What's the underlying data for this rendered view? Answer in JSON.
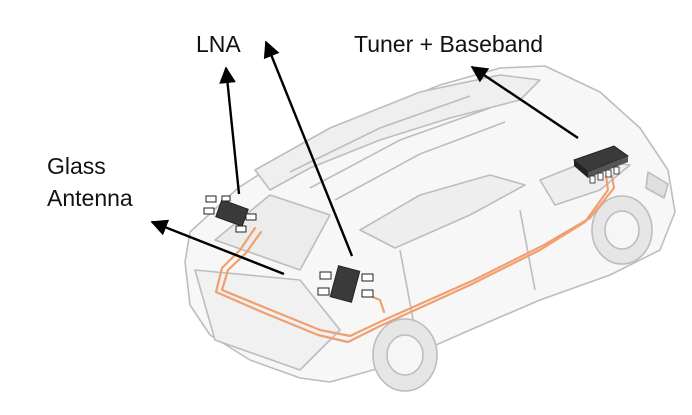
{
  "labels": {
    "lna": "LNA",
    "tuner_baseband": "Tuner + Baseband",
    "glass_antenna_line1": "Glass",
    "glass_antenna_line2": "Antenna"
  },
  "colors": {
    "background": "#ffffff",
    "text": "#111111",
    "arrow": "#000000",
    "car_outline": "#b8b8b8",
    "car_fill": "#f4f4f4",
    "cable": "#f0a070",
    "module_body": "#3a3a3a"
  },
  "icons": {
    "car": "suv-car-outline",
    "lna_module": "lna-module-icon",
    "tuner_module": "tuner-baseband-module-icon",
    "arrow": "arrow-icon"
  }
}
